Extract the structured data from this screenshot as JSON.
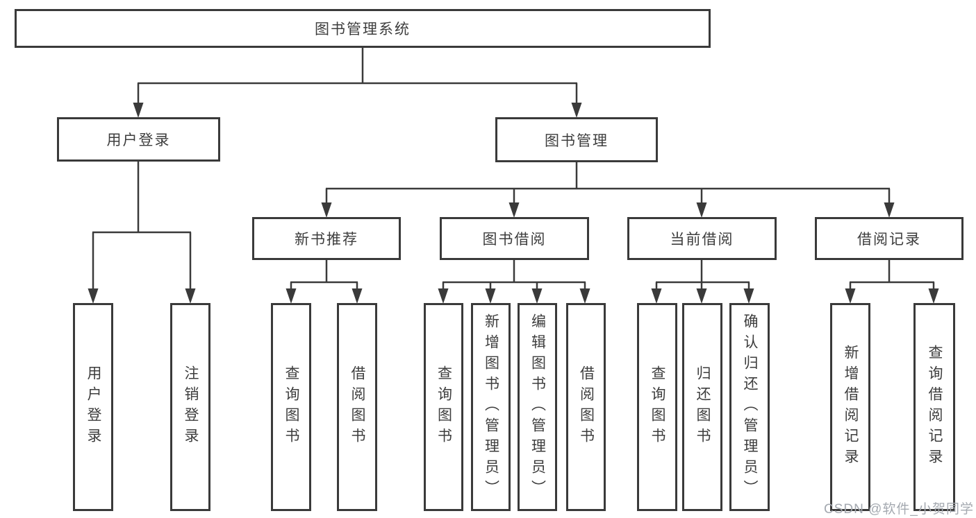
{
  "tree": {
    "root": {
      "label": "图书管理系统",
      "children": [
        {
          "label": "用户登录",
          "children": [
            {
              "label": "用户登录"
            },
            {
              "label": "注销登录"
            }
          ]
        },
        {
          "label": "图书管理",
          "children": [
            {
              "label": "新书推荐",
              "children": [
                {
                  "label": "查询图书"
                },
                {
                  "label": "借阅图书"
                }
              ]
            },
            {
              "label": "图书借阅",
              "children": [
                {
                  "label": "查询图书"
                },
                {
                  "label": "新增图书（管理员）"
                },
                {
                  "label": "编辑图书（管理员）"
                },
                {
                  "label": "借阅图书"
                }
              ]
            },
            {
              "label": "当前借阅",
              "children": [
                {
                  "label": "查询图书"
                },
                {
                  "label": "归还图书"
                },
                {
                  "label": "确认归还（管理员）"
                }
              ]
            },
            {
              "label": "借阅记录",
              "children": [
                {
                  "label": "新增借阅记录"
                },
                {
                  "label": "查询借阅记录"
                }
              ]
            }
          ]
        }
      ]
    }
  },
  "watermark": {
    "text": "CSDN @软件_小贺同学"
  },
  "colors": {
    "line": "#3a3a3a",
    "box_border": "#3a3a3a",
    "text": "#3d3d3d",
    "watermark": "#a4a9b0",
    "background": "#ffffff"
  }
}
